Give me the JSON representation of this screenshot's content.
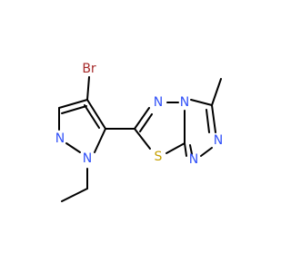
{
  "molecule": {
    "atoms": {
      "br": {
        "label": "Br",
        "color": "#a62929"
      },
      "n1": {
        "label": "N",
        "color": "#3050f8"
      },
      "n2": {
        "label": "N",
        "color": "#3050f8"
      },
      "n3": {
        "label": "N",
        "color": "#3050f8"
      },
      "n4": {
        "label": "N",
        "color": "#3050f8"
      },
      "n5": {
        "label": "N",
        "color": "#3050f8"
      },
      "n6": {
        "label": "N",
        "color": "#3050f8"
      },
      "s": {
        "label": "S",
        "color": "#c6a000"
      }
    },
    "bond_color": "#000000"
  }
}
